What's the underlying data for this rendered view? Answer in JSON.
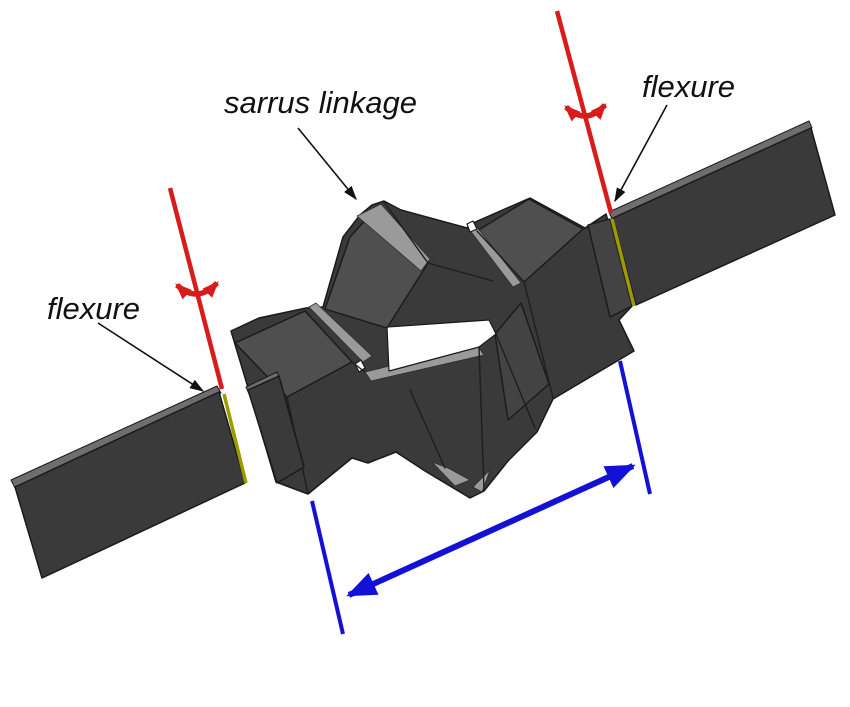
{
  "labels": {
    "sarrus_linkage": "sarrus linkage",
    "flexure_right": "flexure",
    "flexure_left": "flexure"
  },
  "colors": {
    "background": "#ffffff",
    "rotation_axis_red": "#d81c1c",
    "dimension_blue": "#1411d6",
    "flexure_hinge_yellow": "#9b9b00",
    "body_face_dark": "#3a3a3a",
    "body_face_top": "#4f4f4f",
    "edge_highlight": "#9a9a9a",
    "outline_black": "#1a1a1a",
    "label_text": "#111111"
  }
}
